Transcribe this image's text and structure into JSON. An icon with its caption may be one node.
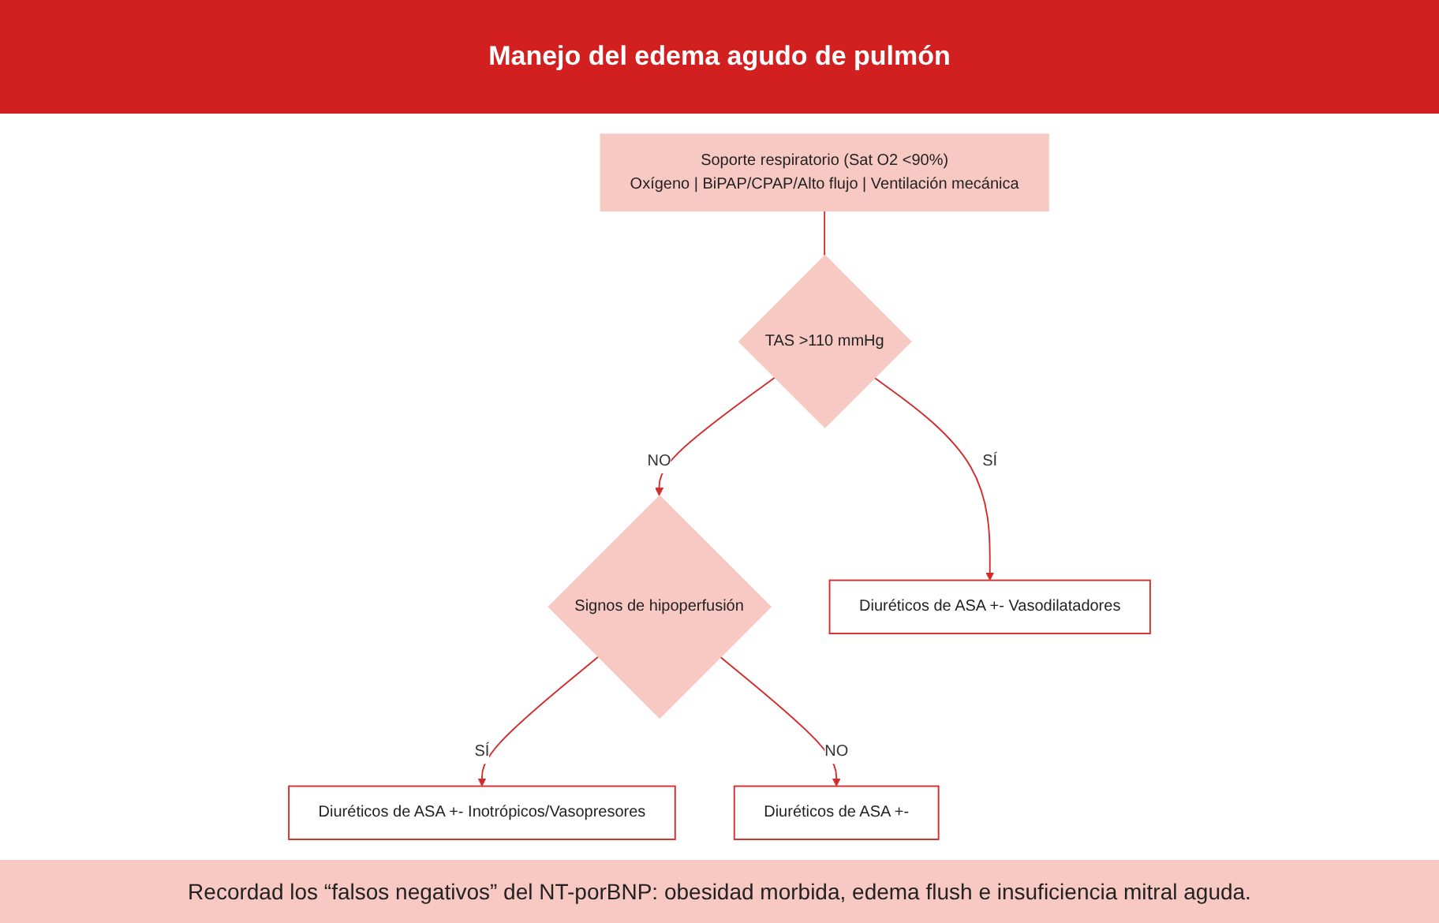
{
  "diagram": {
    "title": "Manejo del edema agudo de pulmón",
    "caption": "Recordad los “falsos negativos” del NT-porBNP: obesidad morbida, edema flush e insuficiencia mitral aguda.",
    "nodes": [
      {
        "text": [
          "Soporte respiratorio (Sat O2 <90%)",
          "Oxígeno | BiPAP/CPAP/Alto flujo | Ventilación mecánica"
        ]
      },
      {
        "text": [
          "TAS >110 mmHg"
        ]
      },
      {
        "text": [
          "Signos de hipoperfusión"
        ]
      },
      {
        "text": [
          "Diuréticos de ASA +- Vasodilatadores"
        ]
      },
      {
        "text": [
          "Diuréticos de ASA +- Inotrópicos/Vasopresores"
        ]
      },
      {
        "text": [
          "Diuréticos de ASA +-"
        ]
      }
    ],
    "edges": [
      {
        "from": 0,
        "to": 1,
        "arrow": "none"
      },
      {
        "from": 1,
        "to": 3,
        "label": "SÍ",
        "arrow": "to"
      },
      {
        "from": 1,
        "to": 2,
        "label": "NO",
        "arrow": "to"
      },
      {
        "from": 2,
        "to": 4,
        "label": "SÍ",
        "arrow": "to"
      },
      {
        "from": 2,
        "to": 5,
        "label": "NO",
        "arrow": "to"
      }
    ]
  }
}
